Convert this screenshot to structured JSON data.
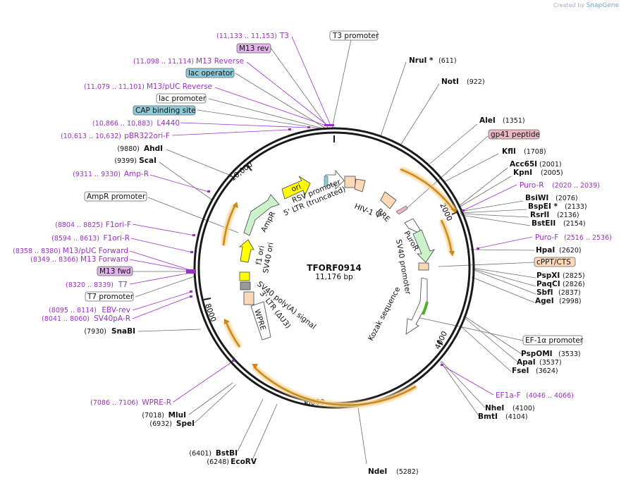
{
  "credit": {
    "prefix": "Created by",
    "brand": "SnapGene"
  },
  "plasmid": {
    "name": "TFORF0914",
    "size": "11,176 bp"
  },
  "ticks": [
    "2000",
    "4000",
    "6000",
    "8000",
    "10,000"
  ],
  "enzymes": [
    {
      "name": "NruI *",
      "pos": "(611)"
    },
    {
      "name": "NotI",
      "pos": "(922)"
    },
    {
      "name": "AleI",
      "pos": "(1351)"
    },
    {
      "name": "KflI",
      "pos": "(1708)"
    },
    {
      "name": "Acc65I",
      "pos": "(2001)"
    },
    {
      "name": "KpnI",
      "pos": "(2005)"
    },
    {
      "name": "BsiWI",
      "pos": "(2076)"
    },
    {
      "name": "BspEI *",
      "pos": "(2133)"
    },
    {
      "name": "RsrII",
      "pos": "(2136)"
    },
    {
      "name": "BstEII",
      "pos": "(2154)"
    },
    {
      "name": "HpaI",
      "pos": "(2620)"
    },
    {
      "name": "PspXI",
      "pos": "(2825)"
    },
    {
      "name": "PaqCI",
      "pos": "(2826)"
    },
    {
      "name": "SbfI",
      "pos": "(2837)"
    },
    {
      "name": "AgeI",
      "pos": "(2998)"
    },
    {
      "name": "PspOMI",
      "pos": "(3533)"
    },
    {
      "name": "ApaI",
      "pos": "(3537)"
    },
    {
      "name": "FseI",
      "pos": "(3624)"
    },
    {
      "name": "NheI",
      "pos": "(4100)"
    },
    {
      "name": "BmtI",
      "pos": "(4104)"
    },
    {
      "name": "NdeI",
      "pos": "(5282)"
    },
    {
      "name": "EcoRV",
      "pos": "(6248)"
    },
    {
      "name": "BstBI",
      "pos": "(6401)"
    },
    {
      "name": "SpeI",
      "pos": "(6932)"
    },
    {
      "name": "MluI",
      "pos": "(7018)"
    },
    {
      "name": "SnaBI",
      "pos": "(7930)"
    },
    {
      "name": "ScaI",
      "pos": "(9399)"
    },
    {
      "name": "AhdI",
      "pos": "(9880)"
    }
  ],
  "primers": [
    {
      "name": "T3",
      "pos": "(11,133 .. 11,153)"
    },
    {
      "name": "M13 Reverse",
      "pos": "(11,098 .. 11,114)"
    },
    {
      "name": "M13/pUC Reverse",
      "pos": "(11,079 .. 11,101)"
    },
    {
      "name": "L4440",
      "pos": "(10,866 .. 10,883)"
    },
    {
      "name": "pBR322ori-F",
      "pos": "(10,613 .. 10,632)"
    },
    {
      "name": "Amp-R",
      "pos": "(9311 .. 9330)"
    },
    {
      "name": "F1ori-F",
      "pos": "(8804 .. 8825)"
    },
    {
      "name": "F1ori-R",
      "pos": "(8594 .. 8613)"
    },
    {
      "name": "M13/pUC Forward",
      "pos": "(8358 .. 8380)"
    },
    {
      "name": "M13 Forward",
      "pos": "(8349 .. 8366)"
    },
    {
      "name": "T7",
      "pos": "(8320 .. 8339)"
    },
    {
      "name": "EBV-rev",
      "pos": "(8095 .. 8114)"
    },
    {
      "name": "SV40pA-R",
      "pos": "(8041 .. 8060)"
    },
    {
      "name": "WPRE-R",
      "pos": "(7086 .. 7106)"
    },
    {
      "name": "Puro-R",
      "pos": "(2020 .. 2039)"
    },
    {
      "name": "Puro-F",
      "pos": "(2516 .. 2536)"
    },
    {
      "name": "EF1a-F",
      "pos": "(4046 .. 4066)"
    }
  ],
  "boxed": {
    "t3_promoter": "T3 promoter",
    "m13_rev": "M13 rev",
    "lac_operator": "lac operator",
    "lac_promoter": "lac promoter",
    "cap_site": "CAP binding site",
    "gp41": "gp41 peptide",
    "ampr_promoter": "AmpR promoter",
    "m13_fwd": "M13 fwd",
    "t7_promoter": "T7 promoter",
    "cppt": "cPPT/CTS",
    "ef1a": "EF-1α promoter"
  },
  "inner": {
    "ori": "ori",
    "rsv": "RSV promoter",
    "ltr5": "5' LTR (truncated)",
    "hiv": "HIV-1 Ψ",
    "rre": "RRE",
    "puror": "PuroR",
    "sv40p": "SV40 promoter",
    "kozak": "Kozak sequence",
    "ampr": "AmpR",
    "f1ori": "f1 ori",
    "sv40ori": "SV40 ori",
    "sv40pa": "SV40 poly(A) signal",
    "ltr3": "3' LTR (ΔU3)",
    "wpre": "WPRE"
  },
  "colors": {
    "backbone": "#1a1a1a",
    "orf_arrow": "#c98a1e",
    "orf_glow": "#f6d59a",
    "primer": "#9b2fc9",
    "ori_yellow": "#ffff00",
    "ampr_green": "#ccf2cc",
    "promoter_white": "#ffffff",
    "ltr_peach": "#fbd9b8",
    "cap_blue": "#8ec9d9",
    "m13_purple": "#e1b3ea",
    "gp41_pink": "#e8b8c4"
  }
}
